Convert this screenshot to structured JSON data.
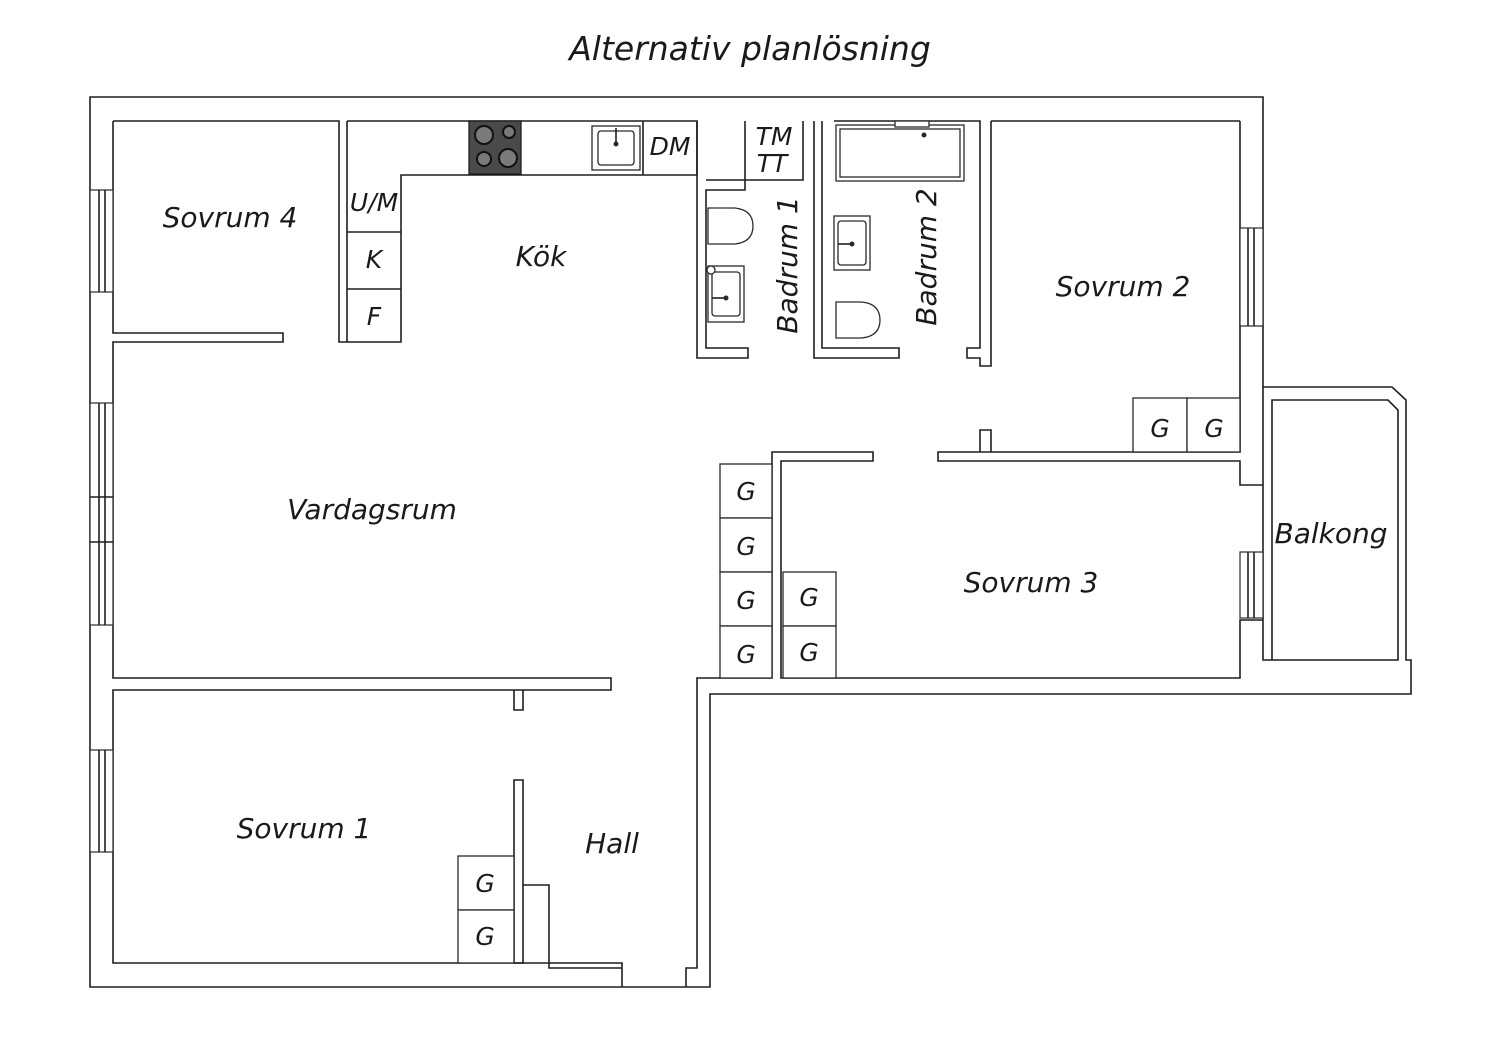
{
  "title": "Alternativ planlösning",
  "rooms": {
    "sovrum4": "Sovrum 4",
    "kok": "Kök",
    "badrum1": "Badrum 1",
    "badrum2": "Badrum 2",
    "sovrum2": "Sovrum 2",
    "vardagsrum": "Vardagsrum",
    "sovrum3": "Sovrum 3",
    "balkong": "Balkong",
    "sovrum1": "Sovrum 1",
    "hall": "Hall"
  },
  "fixtures": {
    "dishwasher": "DM",
    "washer_dryer_line1": "TM",
    "washer_dryer_line2": "TT",
    "oven_microwave": "U/M",
    "fridge": "K",
    "freezer": "F",
    "closet": "G"
  },
  "colors": {
    "wall": "#1f1f1f",
    "stove": "#4a4a4a",
    "background": "#ffffff"
  }
}
